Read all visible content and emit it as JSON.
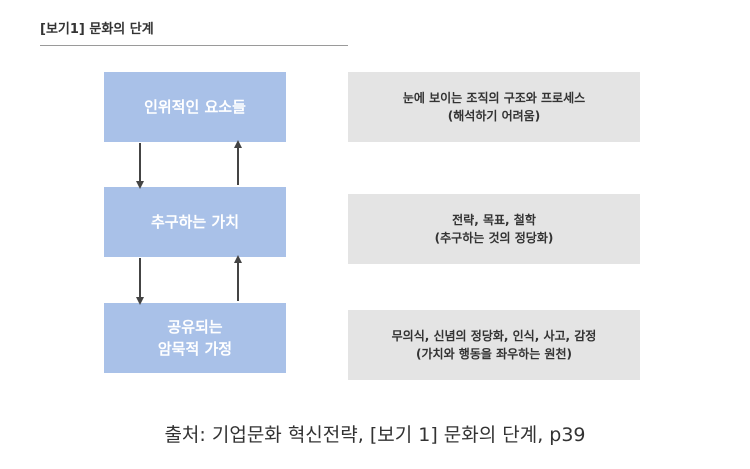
{
  "header": {
    "title": "[보기1] 문화의 단계"
  },
  "levels": [
    {
      "title_lines": [
        "인위적인 요소들"
      ],
      "desc_lines": [
        "눈에 보이는 조직의 구조와 프로세스",
        "(해석하기 어려움)"
      ]
    },
    {
      "title_lines": [
        "추구하는 가치"
      ],
      "desc_lines": [
        "전략, 목표, 철학",
        "(추구하는 것의 정당화)"
      ]
    },
    {
      "title_lines": [
        "공유되는",
        "암묵적 가정"
      ],
      "desc_lines": [
        "무의식, 신념의 정당화, 인식, 사고, 감정",
        "(가치와 행동을 좌우하는 원천)"
      ]
    }
  ],
  "caption": "출처: 기업문화 혁신전략, [보기 1] 문화의 단계, p39",
  "colors": {
    "level_fill": "#a9c1e8",
    "desc_fill": "#e4e4e4",
    "arrow": "#444444",
    "text": "#333333"
  }
}
